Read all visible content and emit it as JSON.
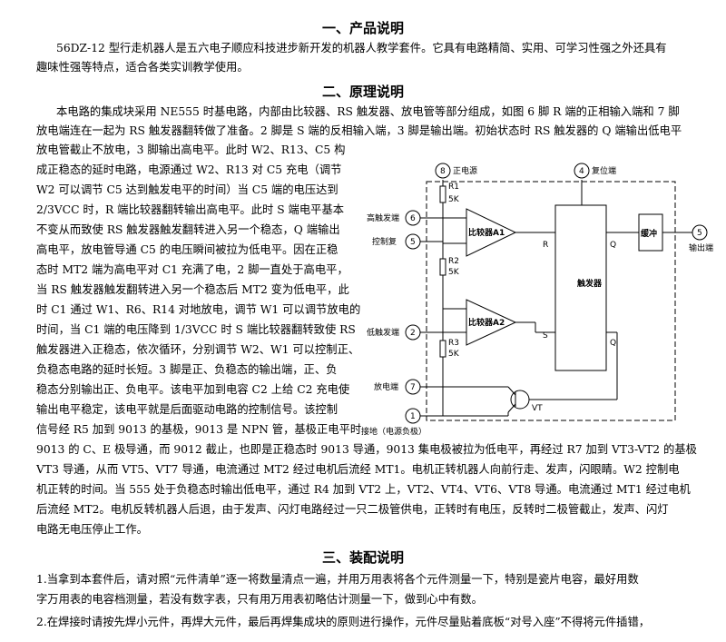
{
  "sections": {
    "s1": "一、产品说明",
    "s2": "二、原理说明",
    "s3": "三、装配说明"
  },
  "product": [
    "56DZ-12 型行走机器人是五六电子顺应科技进步新开发的机器人教学套件。它具有电路精简、实用、可学习性强之外还具有",
    "趣味性强等特点，适合各类实训教学使用。"
  ],
  "principle_top": [
    "本电路的集成块采用 NE555 时基电路，内部由比较器、RS 触发器、放电管等部分组成，如图 6 脚 R 端的正相输入端和 7 脚",
    "放电端连在一起为 RS 触发器翻转做了准备。2 脚是 S 端的反相输入端，3 脚是输出端。初始状态时 RS 触发器的 Q 端输出低电平"
  ],
  "principle_left": [
    "放电管截止不放电，3 脚输出高电平。此时 W2、R13、C5 构",
    "成正稳态的延时电路，电源通过 W2、R13 对 C5 充电（调节",
    "W2 可以调节 C5 达到触发电平的时间）当 C5 端的电压达到",
    "2/3VCC 时，R 端比较器翻转输出高电平。此时 S 端电平基本",
    "不变从而致使 RS 触发器触发翻转进入另一个稳态，Q 端输出",
    "高电平，放电管导通 C5 的电压瞬间被拉为低电平。因在正稳",
    "态时 MT2 端为高电平对 C1 充满了电，2 脚一直处于高电平，",
    "当 RS 触发器触发翻转进入另一个稳态后 MT2 变为低电平，此",
    "时 C1 通过 W1、R6、R14 对地放电，调节 W1 可以调节放电的",
    "时间，当 C1 端的电压降到 1/3VCC 时 S 端比较器翻转致使 RS",
    "触发器进入正稳态，依次循环，分别调节 W2、W1 可以控制正、",
    "负稳态电路的延时长短。3 脚是正、负稳态的输出端，正、负",
    "稳态分别输出正、负电平。该电平加到电容 C2 上给 C2 充电使",
    "输出电平稳定，该电平就是后面驱动电路的控制信号。该控制",
    "信号经 R5 加到 9013 的基极，9013 是 NPN 管，基极正电平时"
  ],
  "principle_bottom": [
    "9013 的 C、E 极导通，而 9012 截止，也即是正稳态时 9013 导通，9013 集电极被拉为低电平，再经过 R7 加到 VT3-VT2 的基极",
    "VT3 导通，从而 VT5、VT7 导通，电流通过 MT2 经过电机后流经 MT1。电机正转机器人向前行走、发声，闪眼睛。W2 控制电",
    "机正转的时间。当 555 处于负稳态时输出低电平，通过 R4 加到 VT2 上，VT2、VT4、VT6、VT8 导通。电流通过 MT1 经过电机",
    "后流经 MT2。电机反转机器人后退，由于发声、闪灯电路经过一只二极管供电，正转时有电压，反转时二极管截止，发声、闪灯",
    "电路无电压停止工作。"
  ],
  "assembly": [
    "1.当拿到本套件后，请对照“元件清单”逐一将数量清点一遍，并用万用表将各个元件测量一下，特别是瓷片电容，最好用数",
    "字万用表的电容档测量，若没有数字表，只有用万用表初略估计测量一下，做到心中有数。",
    "2.在焊接时请按先焊小元件，再焊大元件，最后再焊集成块的原则进行操作，元件尽量贴着底板“对号入座”不得将元件插错，"
  ],
  "diagram": {
    "pin8": "8",
    "pin4": "4",
    "pin6": "6",
    "pin5": "5",
    "pin2": "2",
    "pin7": "7",
    "pin1": "1",
    "pin3": "5",
    "vcc": "正电源",
    "reset": "复位端",
    "high_trig": "高触发端",
    "ctrl": "控制复",
    "low_trig": "低触发端",
    "discharge": "放电端",
    "ground": "接地（电源负极）",
    "output": "输出端",
    "r1": "R1",
    "r1v": "5K",
    "r2": "R2",
    "r2v": "5K",
    "r3": "R3",
    "r3v": "5K",
    "comp1": "比较器A1",
    "comp2": "比较器A2",
    "flipflop": "触发器",
    "buffer": "缓冲",
    "r": "R",
    "s": "S",
    "q": "Q",
    "qbar": "Q",
    "vt": "VT"
  }
}
